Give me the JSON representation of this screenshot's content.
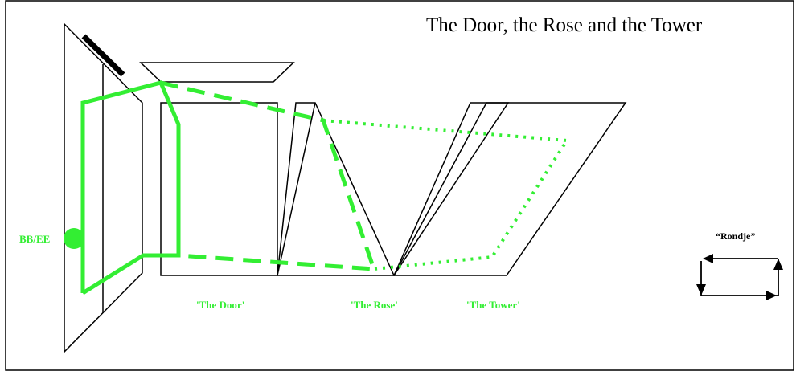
{
  "title": "The Door, the Rose and the Tower",
  "labels": {
    "start": "BB/EE",
    "door": "'The Door'",
    "rose": "'The Rose'",
    "tower": "'The Tower'",
    "rondje": "“Rondje”"
  },
  "colors": {
    "route": "#33ee33",
    "outline": "#000000"
  }
}
